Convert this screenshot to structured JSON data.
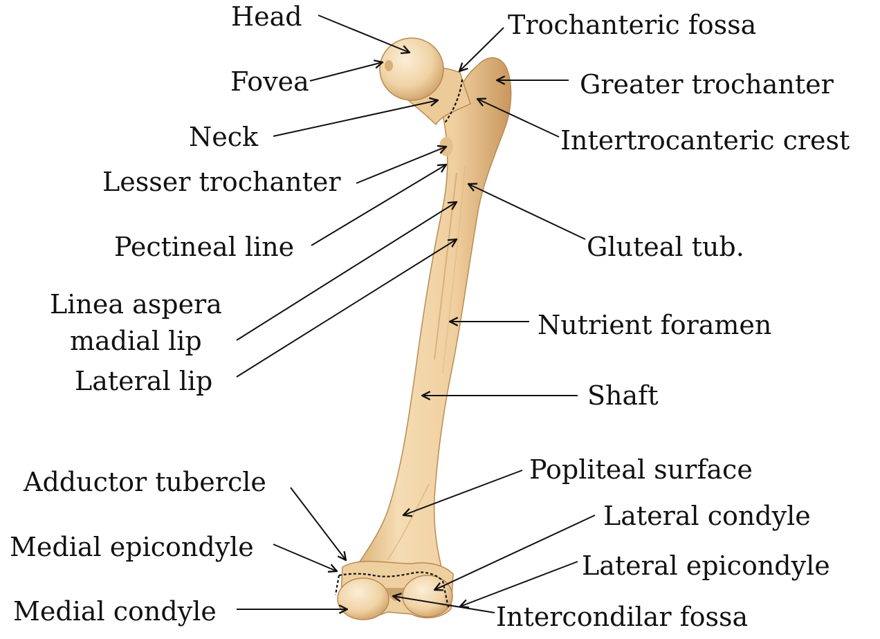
{
  "labels": {
    "head": "Head",
    "fovea": "Fovea",
    "neck": "Neck",
    "lesser_trochanter": "Lesser trochanter",
    "pectineal_line": "Pectineal line",
    "linea_aspera_1": "Linea aspera",
    "linea_aspera_2": "madial  lip",
    "lateral_lip": "Lateral lip",
    "adductor_tubercle": "Adductor tubercle",
    "medial_epicondyle": "Medial epicondyle",
    "medial_condyle": "Medial condyle",
    "trochanteric_fossa": "Trochanteric fossa",
    "greater_trochanter": "Greater trochanter",
    "intertrochanteric_crest": "Intertrocanteric crest",
    "gluteal_tub": "Gluteal tub.",
    "nutrient_foramen": "Nutrient foramen",
    "shaft": "Shaft",
    "popliteal_surface": "Popliteal surface",
    "lateral_condyle": "Lateral condyle",
    "lateral_epicondyle": "Lateral epicondyle",
    "intercondylar_fossa": "Intercondilar fossa"
  },
  "colors": {
    "bone_light": "#f7e2bf",
    "bone_mid": "#e8c493",
    "bone_shadow": "#c89a62",
    "line": "#111111"
  }
}
